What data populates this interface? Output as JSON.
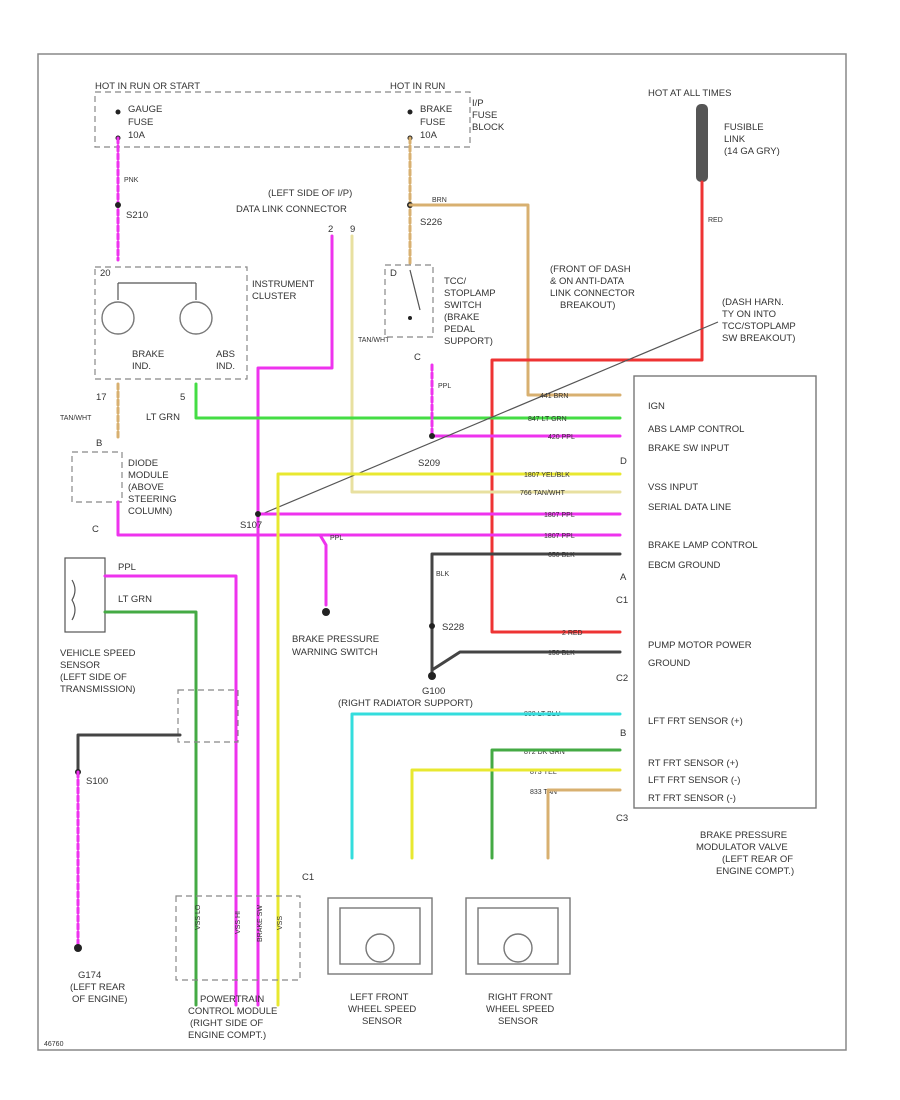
{
  "colors": {
    "pink": "#ee33ee",
    "tan": "#d8b070",
    "lt_green": "#44dd44",
    "lt_blue": "#33dddd",
    "yellow": "#e8e830",
    "red": "#ee3333",
    "black": "#444444",
    "dk_green": "#44aa44",
    "outline": "#777777"
  },
  "fuse_block": {
    "hot_run_or_start": "HOT IN RUN OR START",
    "hot_run": "HOT IN RUN",
    "gauge_fuse": [
      "GAUGE",
      "FUSE",
      "10A"
    ],
    "brake_fuse": [
      "BRAKE",
      "FUSE",
      "10A"
    ],
    "ip_fuse_block": [
      "I/P",
      "FUSE",
      "BLOCK"
    ]
  },
  "fusible_link": {
    "hot_label": "HOT AT ALL TIMES",
    "name": [
      "FUSIBLE",
      "LINK",
      "(14 GA GRY)"
    ],
    "wire": "RED"
  },
  "instrument_cluster": {
    "title": [
      "INSTRUMENT",
      "CLUSTER"
    ],
    "brake_ind": [
      "BRAKE",
      "IND."
    ],
    "abs_ind": [
      "ABS",
      "IND."
    ],
    "pin_top": "20",
    "pin_left": "17",
    "pin_right": "5"
  },
  "splices": {
    "s210": "S210",
    "s226": "S226",
    "s209": "S209",
    "s228": "S228",
    "s100": "S100",
    "s107": "S107",
    "g174": "G174",
    "g100": "G100"
  },
  "dlc": {
    "label": [
      "(LEFT SIDE OF I/P)",
      "DATA LINK CONNECTOR"
    ],
    "pin_left": "2",
    "pin_right": "9"
  },
  "tcc_switch": {
    "label": [
      "TCC/",
      "STOPLAMP",
      "SWITCH",
      "(BRAKE",
      "PEDAL",
      "SUPPORT)"
    ],
    "pin_top": "D",
    "pin_bottom": "C"
  },
  "diode_module": {
    "label": [
      "DIODE",
      "MODULE",
      "(ABOVE",
      "STEERING",
      "COLUMN)"
    ],
    "pin_top": "B",
    "pin_bottom": "C"
  },
  "notes": {
    "front_of_dash": [
      "(FRONT OF DASH",
      "& ON ANTI-DATA",
      "LINK CONNECTOR",
      "BREAKOUT)"
    ],
    "dash_harness": [
      "(DASH HARN.",
      "TY ON INTO",
      "TCC/STOPLAMP",
      "SW BREAKOUT)"
    ],
    "right_radiator": "(RIGHT RADIATOR SUPPORT)"
  },
  "ebcm_connector": {
    "pins_c1": [
      "IGN",
      "ABS LAMP CONTROL",
      "BRAKE SW INPUT",
      "VSS INPUT",
      "SERIAL DATA LINE",
      "BRAKE LAMP CONTROL",
      "EBCM GROUND"
    ],
    "pins_c2": [
      "PUMP MOTOR POWER",
      "GROUND"
    ],
    "pins_c3": [
      "LFT FRT SENSOR (+)",
      "RT FRT SENSOR (+)",
      "LFT FRT SENSOR (-)",
      "RT FRT SENSOR (-)"
    ],
    "pin_letters": [
      "D",
      "A",
      "C1",
      "C2",
      "B",
      "C3"
    ],
    "title": [
      "BRAKE PRESSURE",
      "MODULATOR VALVE",
      "(LEFT REAR OF",
      "ENGINE COMPT.)"
    ]
  },
  "wire_labels": {
    "abs_ign": "441 BRN",
    "abs_lamp": "847 LT GRN",
    "brake_sw": "420 PPL",
    "vss": "1807 YEL/BLK",
    "tan_wht": "766 TAN/WHT",
    "serial": "1807 PPL",
    "brake_lamp": "1807 PPL",
    "ebcm_gnd": "650 BLK",
    "pump_power": "2 RED",
    "pump_gnd": "150 BLK",
    "lt_blu": "830 LT BLU",
    "dk_grn": "872 DK GRN",
    "yel": "873 YEL",
    "tan": "833 TAN",
    "brn": "BRN",
    "pink_top": "PNK",
    "lt_grn": "LT GRN",
    "tan_wht2": "TAN/WHT",
    "ppl": "PPL",
    "blk": "BLK",
    "lt_grn_blk": "LT GRN"
  },
  "vss_sensor": {
    "label": [
      "VEHICLE SPEED",
      "SENSOR",
      "(LEFT SIDE OF",
      "TRANSMISSION)"
    ],
    "wires": [
      "PPL",
      "LT GRN"
    ]
  },
  "brake_pressure_switch": [
    "BRAKE PRESSURE",
    "WARNING SWITCH"
  ],
  "pcm": {
    "label": [
      "POWERTRAIN",
      "CONTROL MODULE",
      "(RIGHT SIDE OF",
      "ENGINE COMPT.)"
    ],
    "pins": [
      "VSS LO",
      "VSS HI",
      "BRAKE SW",
      "VSS"
    ],
    "connector": "C1"
  },
  "left_sensor": [
    "LEFT FRONT",
    "WHEEL SPEED",
    "SENSOR"
  ],
  "right_sensor": [
    "RIGHT FRONT",
    "WHEEL SPEED",
    "SENSOR"
  ],
  "ground_left": [
    "G174",
    "(LEFT REAR",
    "OF ENGINE)"
  ],
  "ground_label": "G100",
  "footer_code": "46760"
}
